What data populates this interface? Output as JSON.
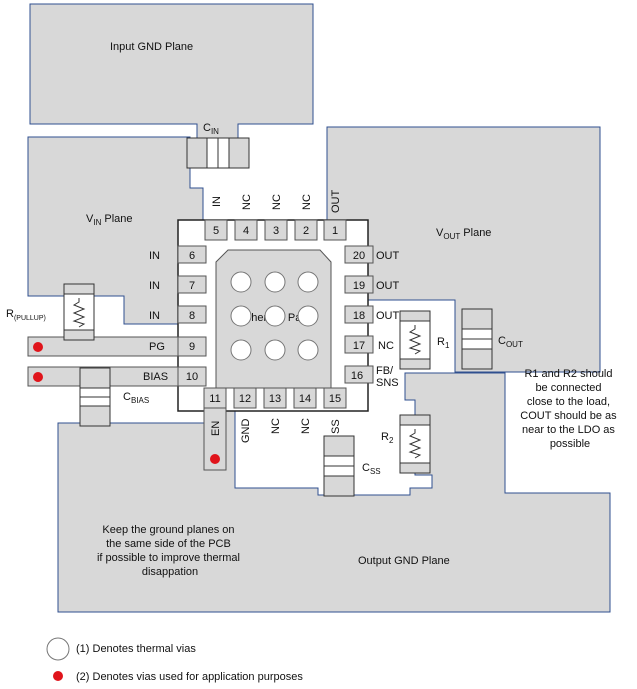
{
  "planes": {
    "input_gnd": "Input GND Plane",
    "vin": "V",
    "vin_sub": "IN",
    "vin_suffix": " Plane",
    "vout": "V",
    "vout_sub": "OUT",
    "vout_suffix": " Plane",
    "output_gnd": "Output GND Plane"
  },
  "thermal_pad": "Thermal Pad",
  "pins": {
    "p1": "1",
    "p2": "2",
    "p3": "3",
    "p4": "4",
    "p5": "5",
    "p6": "6",
    "p7": "7",
    "p8": "8",
    "p9": "9",
    "p10": "10",
    "p11": "11",
    "p12": "12",
    "p13": "13",
    "p14": "14",
    "p15": "15",
    "p16": "16",
    "p17": "17",
    "p18": "18",
    "p19": "19",
    "p20": "20"
  },
  "pin_labels": {
    "top_in": "IN",
    "top_nc4": "NC",
    "top_nc3": "NC",
    "top_nc2": "NC",
    "top_out": "OUT",
    "left_in6": "IN",
    "left_in7": "IN",
    "left_in8": "IN",
    "left_pg": "PG",
    "left_bias": "BIAS",
    "bot_en": "EN",
    "bot_gnd": "GND",
    "bot_nc13": "NC",
    "bot_nc14": "NC",
    "bot_ss": "SS",
    "right_out20": "OUT",
    "right_out19": "OUT",
    "right_out18": "OUT",
    "right_nc17": "NC",
    "right_fb1": "FB/",
    "right_fb2": "SNS"
  },
  "components": {
    "cin": "C",
    "cin_sub": "IN",
    "cout": "C",
    "cout_sub": "OUT",
    "cbias": "C",
    "cbias_sub": "BIAS",
    "css": "C",
    "css_sub": "SS",
    "r1": "R",
    "r1_sub": "1",
    "r2": "R",
    "r2_sub": "2",
    "rpullup": "R",
    "rpullup_sub": "(PULLUP)"
  },
  "notes": {
    "r_note": [
      "R1 and R2 should",
      "be connected",
      "close to the load,",
      "COUT should be as",
      "near to the LDO as",
      "possible"
    ],
    "gnd_note": [
      "Keep the ground planes on",
      "the same side of the PCB",
      "if possible to improve thermal",
      "disappation"
    ]
  },
  "legend": {
    "thermal_vias": "(1) Denotes thermal vias",
    "app_vias": "(2) Denotes vias used for application purposes"
  },
  "colors": {
    "plane": "#d8d8d8",
    "outline": "#2f4f8f",
    "via_red": "#e0141b",
    "pad": "#d8d8d8"
  }
}
